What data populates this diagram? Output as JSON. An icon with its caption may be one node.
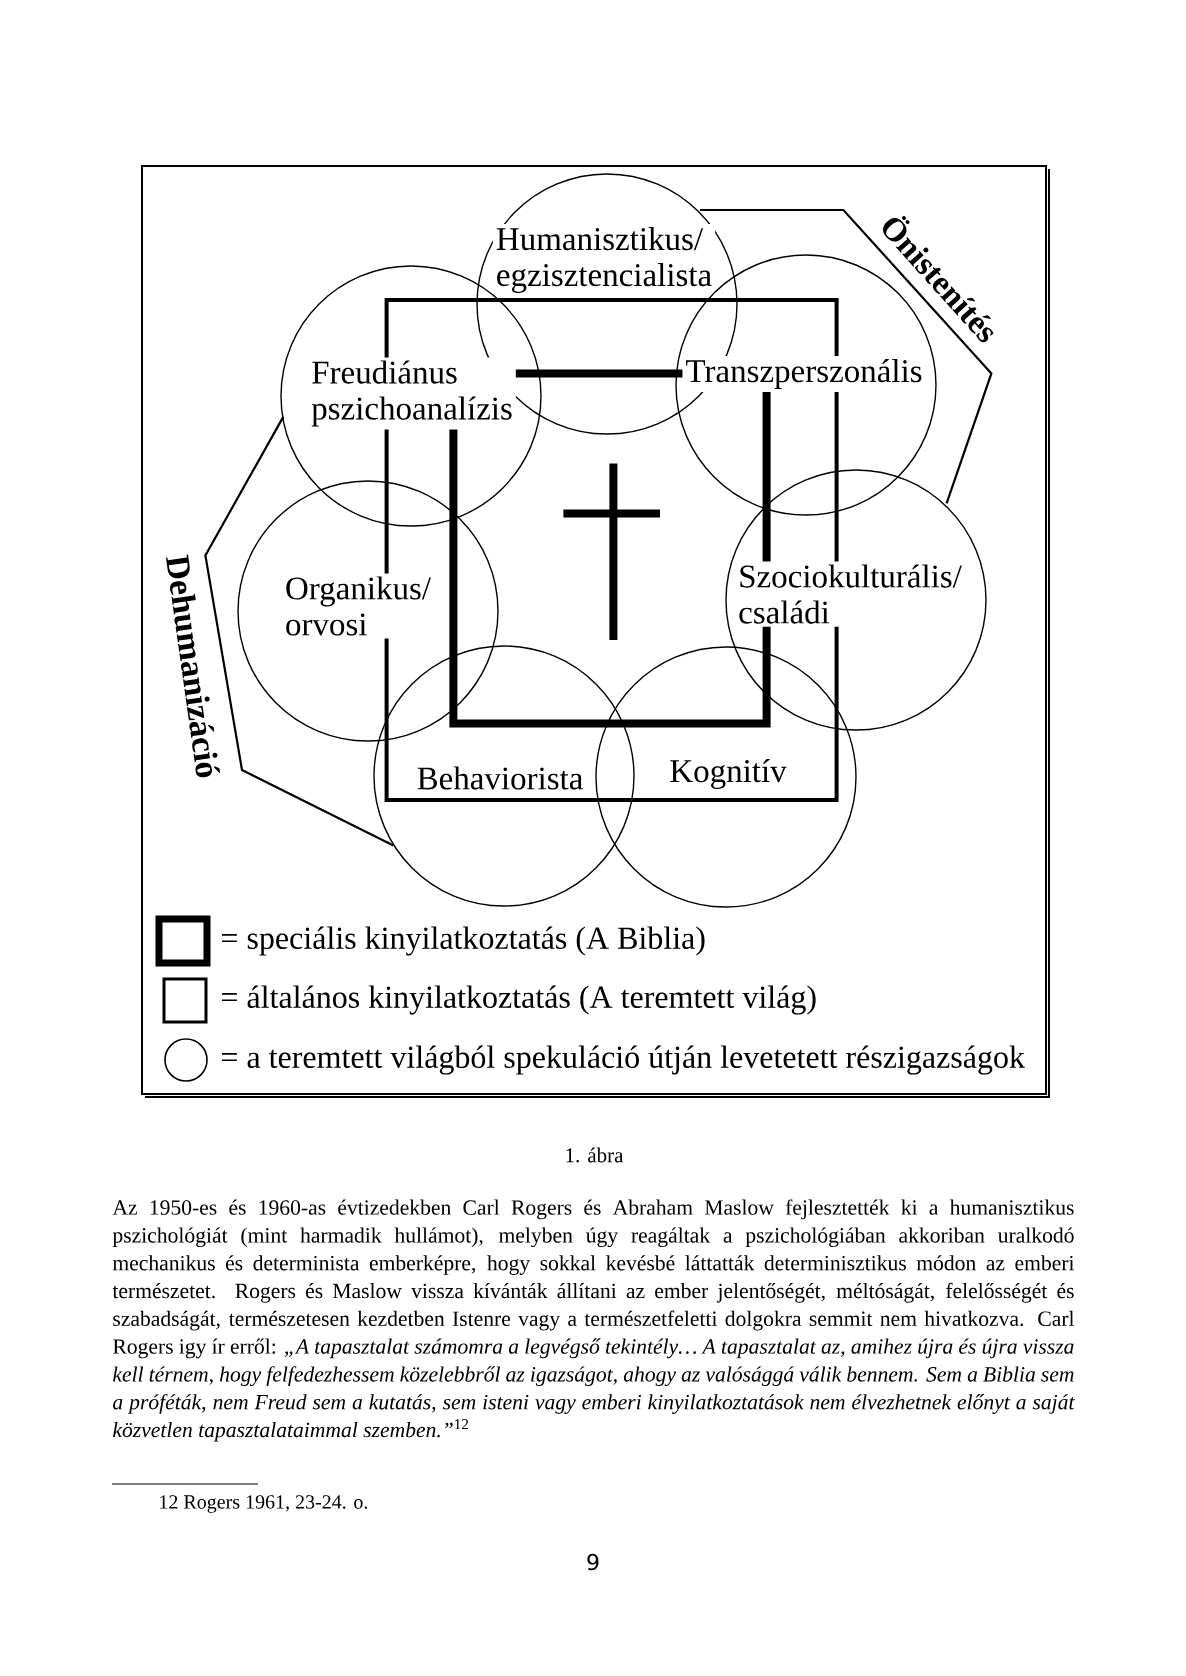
{
  "diagram": {
    "caption": "1. ábra",
    "nodes": [
      {
        "text": [
          "Humanisztikus/ egzisztencialista"
        ]
      },
      {
        "text": [
          "Freudiánus pszichoanalízis"
        ]
      },
      {
        "text": [
          "Transzperszonális"
        ]
      },
      {
        "text": [
          "Organikus/ orvosi"
        ]
      },
      {
        "text": [
          "Szociokulturális/ családi"
        ]
      },
      {
        "text": [
          "Behaviorista"
        ]
      },
      {
        "text": [
          "Kognitív"
        ]
      }
    ],
    "labels": [
      "Önistenítés",
      "Dehumanizáció",
      "Az 1950-es és 1960-as évtizedekben Carl Rogers és Abraham Maslow fejlesztették ki a humanisztikus pszichológiát (mint harmadik hullámot), melyben úgy reagáltak a pszichológiában akkoriban uralkodó mechanikus és determinista emberképre, hogy sokkal kevésbé láttatták determinisztikus módon az emberi természetet. Rogers és Maslow vissza kívánták állítani az ember jelentőségét, méltóságát, felelősségét és szabadságát, természetesen kezdetben Istenre vagy a természetfeletti dolgokra semmit nem hivatkozva. Carl Rogers igy ír erről: *„A tapasztalat számomra a legvégső tekintély… A tapasztalat az, amihez újra és újra vissza kell térnem, hogy felfedezhessem közelebbről az igazságot, ahogy az valósággá válik bennem. Sem a Biblia sem a próféták, nem Freud sem a kutatás, sem isteni vagy emberi kinyilatkoztatások nem élvezhetnek előnyt a saját közvetlen tapasztalataimmal szemben.”*$^{12}$",
      "12 Rogers 1961, 23-24. o.",
      "9"
    ],
    "legend": [
      {
        "text": "= speciális kinyilatkoztatás (A Biblia)"
      },
      {
        "text": "= általános kinyilatkoztatás (A teremtett világ)"
      },
      {
        "text": "= a teremtett világból spekuláció útján levetetett részigazságok"
      }
    ]
  }
}
